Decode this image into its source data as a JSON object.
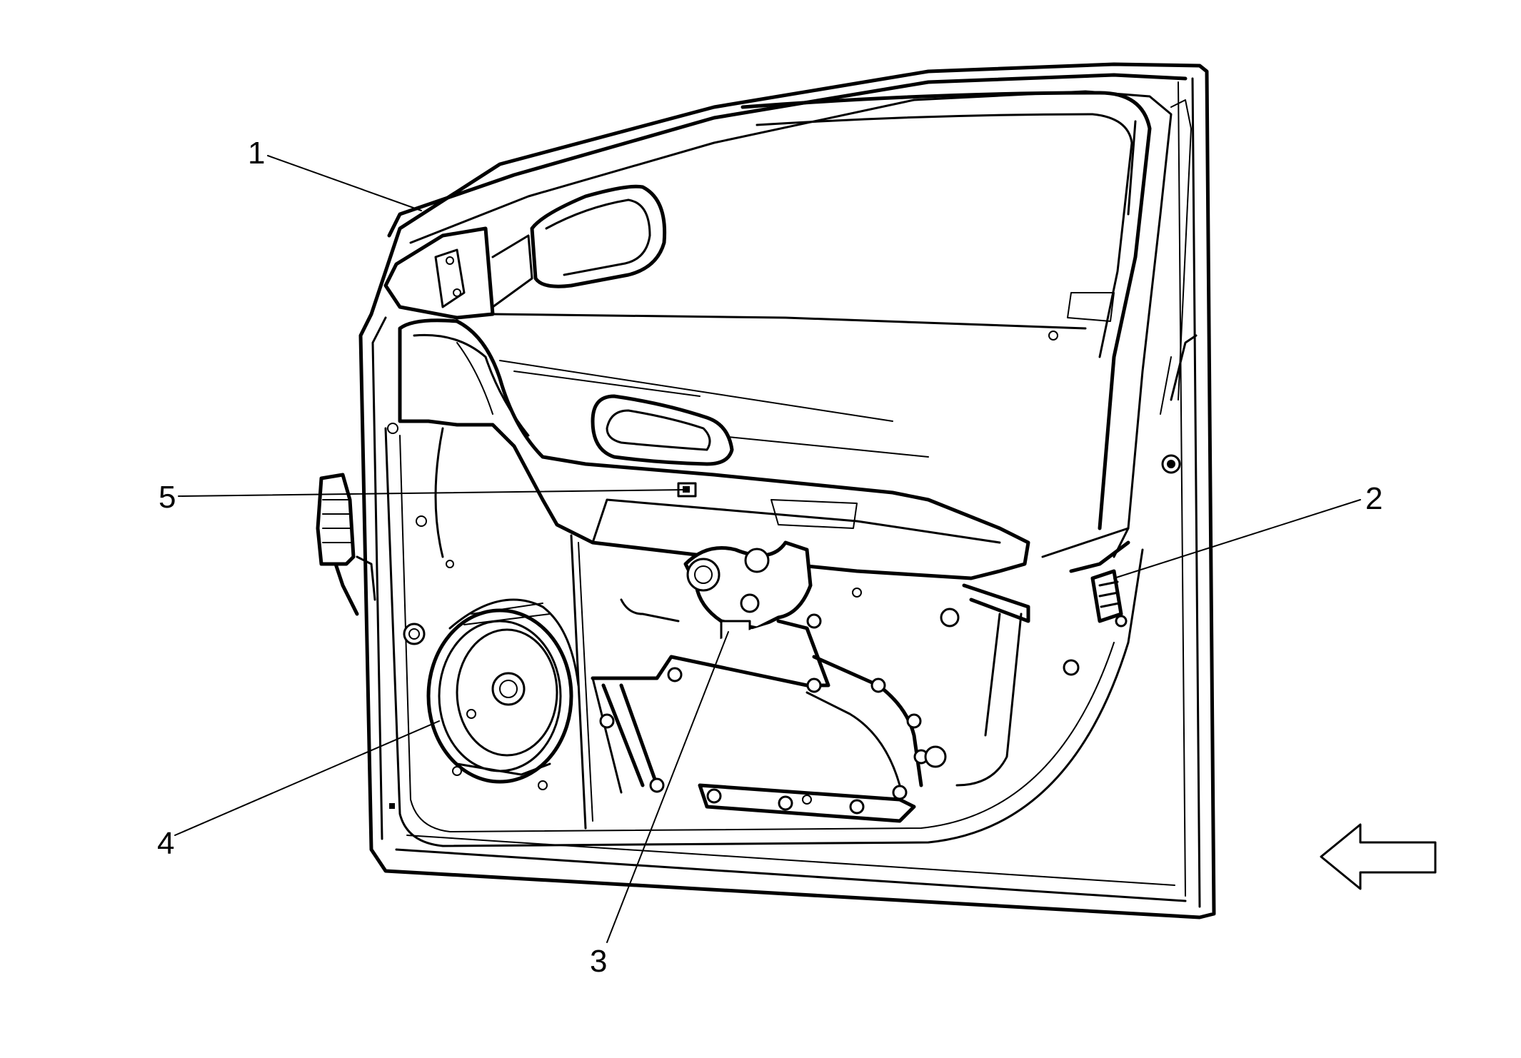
{
  "diagram": {
    "callouts": [
      {
        "id": "1",
        "label": "1",
        "part": "outside-mirror"
      },
      {
        "id": "2",
        "label": "2",
        "part": "door-latch"
      },
      {
        "id": "3",
        "label": "3",
        "part": "window-regulator-motor"
      },
      {
        "id": "4",
        "label": "4",
        "part": "speaker"
      },
      {
        "id": "5",
        "label": "5",
        "part": "switch-connector"
      }
    ],
    "direction_arrow": {
      "direction": "left",
      "icon": "arrow-left-icon"
    }
  }
}
